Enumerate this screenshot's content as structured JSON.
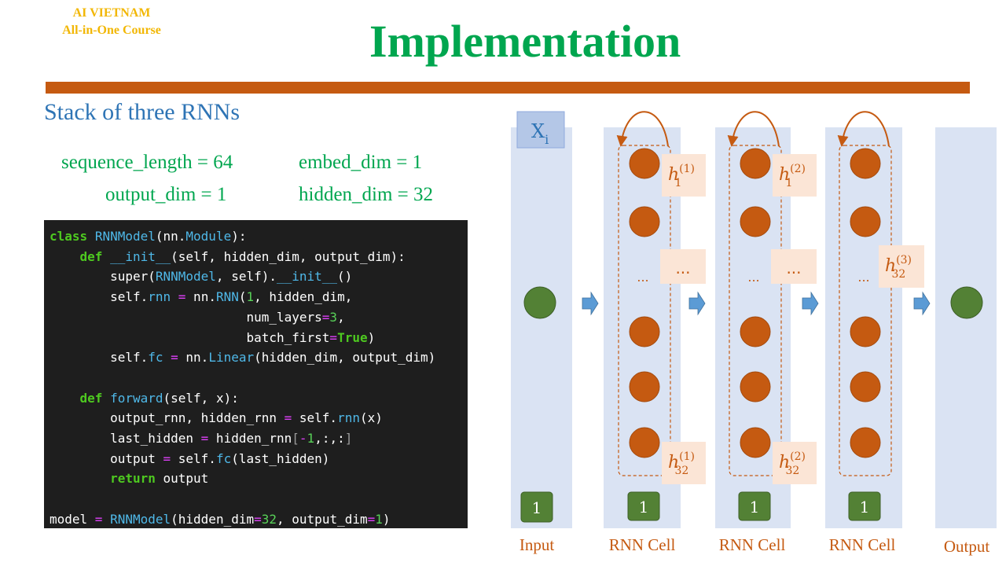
{
  "brand": {
    "line1": "AI VIETNAM",
    "line2": "All-in-One Course"
  },
  "slide": {
    "title": "Implementation",
    "subtitle": "Stack of three RNNs"
  },
  "params": {
    "sequence_length": "sequence_length = 64",
    "embed_dim": "embed_dim = 1",
    "output_dim": "output_dim = 1",
    "hidden_dim": "hidden_dim = 32"
  },
  "code": {
    "lines": [
      "class RNNModel(nn.Module):",
      "    def __init__(self, hidden_dim, output_dim):",
      "        super(RNNModel, self).__init__()",
      "        self.rnn = nn.RNN(1, hidden_dim,",
      "                          num_layers=3,",
      "                          batch_first=True)",
      "        self.fc = nn.Linear(hidden_dim, output_dim)",
      "",
      "    def forward(self, x):",
      "        output_rnn, hidden_rnn = self.rnn(x)",
      "        last_hidden = hidden_rnn[-1,:,:]",
      "        output = self.fc(last_hidden)",
      "        return output",
      "",
      "model = RNNModel(hidden_dim=32, output_dim=1)"
    ]
  },
  "diagram": {
    "input_label": "Input",
    "output_label": "Output",
    "rnn_cell_label": "RNN Cell",
    "input_token": {
      "base": "X",
      "sub": "i"
    },
    "bias_value": "1",
    "ellipsis": "...",
    "hidden_labels": {
      "layer1_top": {
        "base": "h",
        "sub": "1",
        "sup": "(1)"
      },
      "layer1_bottom": {
        "base": "h",
        "sub": "32",
        "sup": "(1)"
      },
      "layer2_top": {
        "base": "h",
        "sub": "1",
        "sup": "(2)"
      },
      "layer2_bottom": {
        "base": "h",
        "sub": "32",
        "sup": "(2)"
      },
      "layer3_side": {
        "base": "h",
        "sub": "32",
        "sup": "(3)"
      }
    },
    "colors": {
      "column_bg": "#dae3f3",
      "neuron": "#c55a11",
      "io_node": "#538135",
      "label_box": "#fbe5d6",
      "arrow": "#5b9bd5",
      "input_box": "#b4c7e7"
    }
  }
}
